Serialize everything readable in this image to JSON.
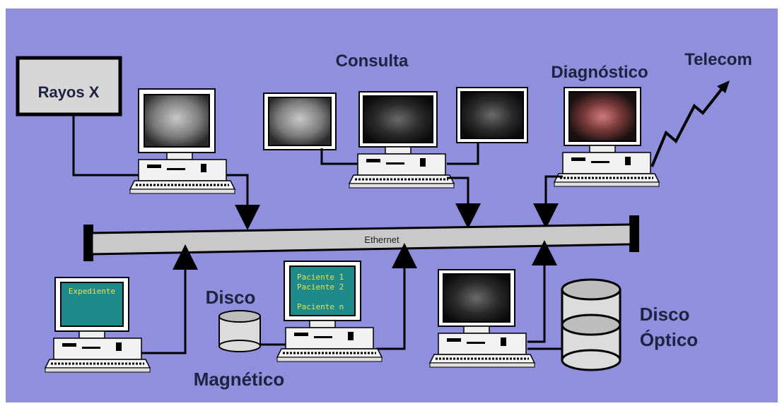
{
  "labels": {
    "rayos_x": "Rayos X",
    "consulta": "Consulta",
    "diagnostico": "Diagnóstico",
    "telecom": "Telecom",
    "ethernet": "Ethernet",
    "disco": "Disco",
    "magnetico": "Magnético",
    "disco_optico_1": "Disco",
    "disco_optico_2": "Óptico"
  },
  "screens": {
    "expediente": "Expediente",
    "pacientes": [
      "Paciente 1",
      "Paciente 2",
      "Paciente n"
    ]
  },
  "colors": {
    "background": "#8f8fdd",
    "bus": "#c9c9c9",
    "line": "#000000",
    "teal_screen": "#1f8a8a",
    "screen_text": "#e8e24a"
  }
}
